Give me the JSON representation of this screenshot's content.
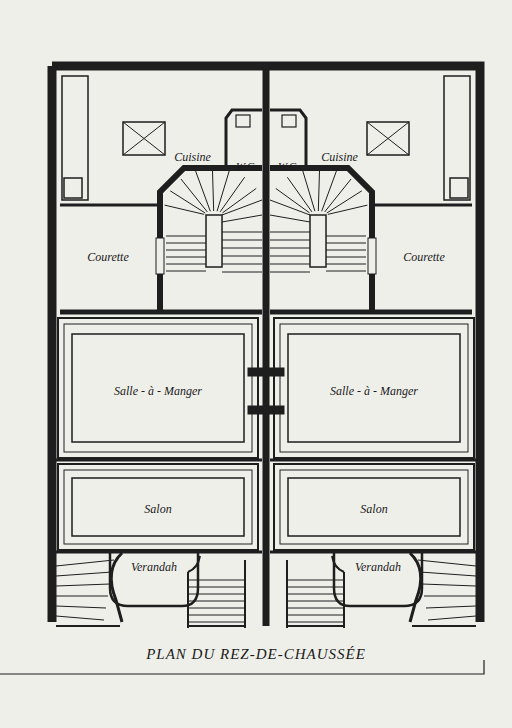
{
  "diagram": {
    "caption": "PLAN DU REZ-DE-CHAUSSÉE",
    "nodes": [
      {
        "text": [
          "Cuisine"
        ]
      },
      {
        "text": [
          "W.C"
        ]
      },
      {
        "text": [
          "W.C"
        ]
      },
      {
        "text": [
          "Cuisine"
        ]
      },
      {
        "text": [
          "Courette"
        ]
      },
      {
        "text": [
          "Courette"
        ]
      },
      {
        "text": [
          "Salle - à - Manger"
        ]
      },
      {
        "text": [
          "Salle - à - Manger"
        ]
      },
      {
        "text": [
          "Salon"
        ]
      },
      {
        "text": [
          "Salon"
        ]
      },
      {
        "text": [
          "Verandah"
        ]
      },
      {
        "text": [
          "Verandah"
        ]
      }
    ]
  }
}
